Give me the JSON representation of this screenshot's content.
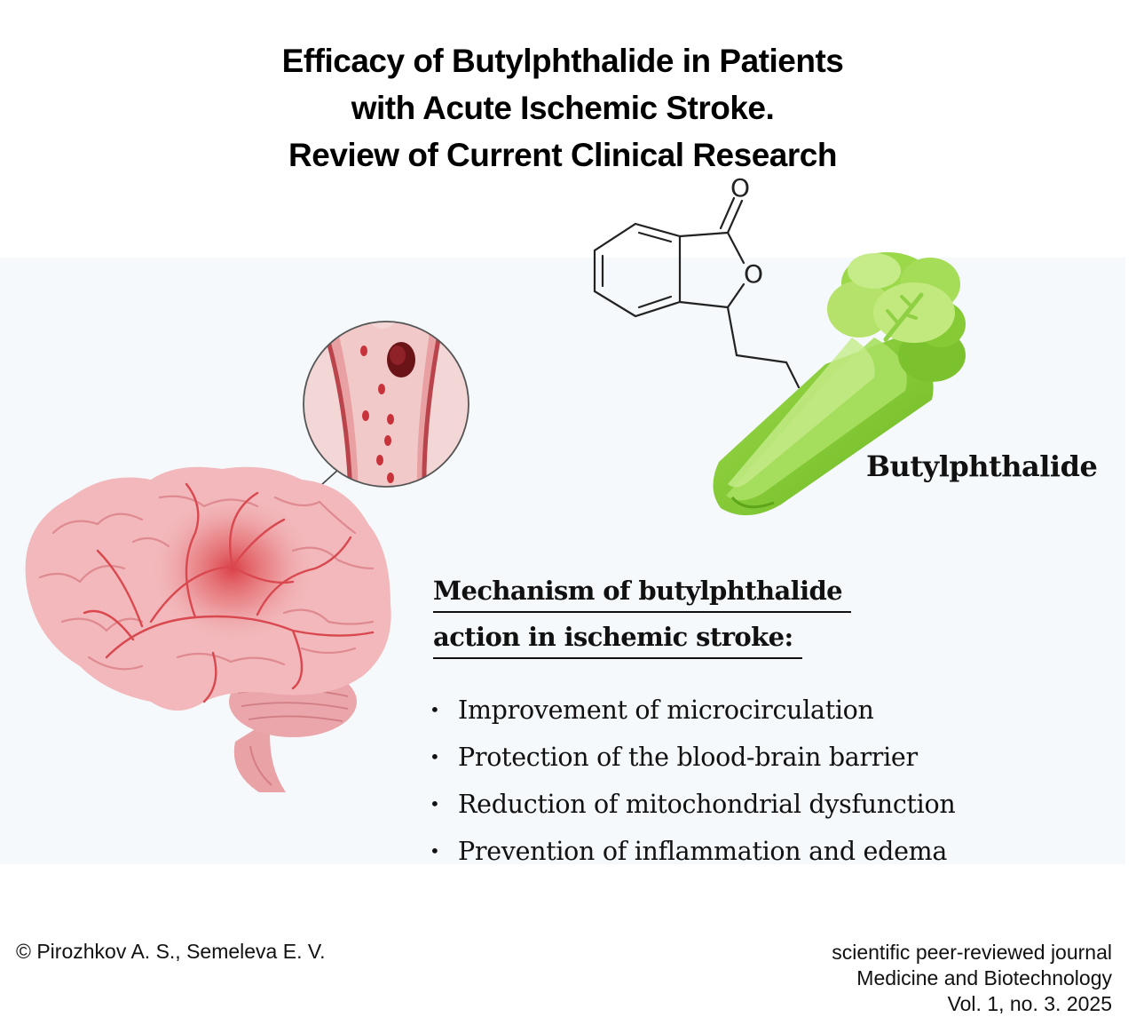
{
  "title": {
    "line1": "Efficacy of Butylphthalide in Patients",
    "line2": "with Acute Ischemic Stroke.",
    "line3": "Review of Current Clinical Research"
  },
  "molecule": {
    "atom_o_carbonyl": "O",
    "atom_o_ring": "O"
  },
  "drug_label": "Butylphthalide",
  "mechanism": {
    "heading_line1": "Mechanism of butylphthalide",
    "heading_line2": "action in ischemic stroke:",
    "items": [
      "Improvement of microcirculation",
      "Protection of the blood-brain barrier",
      "Reduction of mitochondrial dysfunction",
      "Prevention of inflammation and edema"
    ]
  },
  "footer": {
    "copyright": "© Pirozhkov A. S., Semeleva  E. V.",
    "journal_line1": "scientific peer-reviewed journal",
    "journal_line2": "Medicine and Biotechnology",
    "journal_line3": "Vol. 1, no. 3. 2025"
  },
  "colors": {
    "panel": "#f5f9fb",
    "brain": "#f2b8bb",
    "vessel": "#d9484f",
    "celery_light": "#b5e26b",
    "celery_dark": "#7cc22e"
  }
}
